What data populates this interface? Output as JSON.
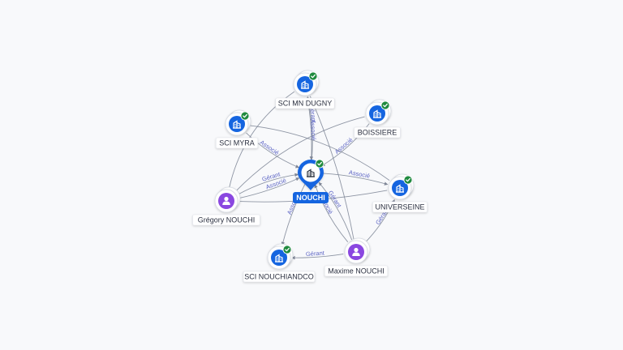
{
  "colors": {
    "company": "#1565e0",
    "company_center": "#2b3340",
    "person": "#8a47e0",
    "check": "#1f8a3e",
    "center_label_bg": "#1565e0",
    "edge": "#7b8494",
    "edge_label": "#5c64c4"
  },
  "diagram": {
    "nodes": [
      {
        "id": "nouchi",
        "label": "NOUCHI",
        "kind": "company",
        "center": true,
        "icon": "building-icon",
        "verified": true
      },
      {
        "id": "sci_mn_dugny",
        "label": "SCI MN DUGNY",
        "kind": "company",
        "icon": "building-icon",
        "verified": true
      },
      {
        "id": "boissiere",
        "label": "BOISSIERE",
        "kind": "company",
        "icon": "building-icon",
        "verified": true
      },
      {
        "id": "sci_myra",
        "label": "SCI MYRA",
        "kind": "company",
        "icon": "building-icon",
        "verified": true
      },
      {
        "id": "universeine",
        "label": "UNIVERSEINE",
        "kind": "company",
        "icon": "building-icon",
        "verified": true
      },
      {
        "id": "gregory",
        "label": "Grégory NOUCHI",
        "kind": "person",
        "icon": "person-icon"
      },
      {
        "id": "sci_nouchiandco",
        "label": "SCI NOUCHIANDCO",
        "kind": "company",
        "icon": "building-icon",
        "verified": true
      },
      {
        "id": "maxime",
        "label": "Maxime NOUCHI",
        "kind": "person",
        "icon": "person-icon"
      }
    ],
    "edges": [
      {
        "from": "sci_mn_dugny",
        "to": "nouchi",
        "label": "Associé"
      },
      {
        "from": "nouchi",
        "to": "sci_mn_dugny",
        "label": "Gérant"
      },
      {
        "from": "boissiere",
        "to": "nouchi",
        "label": "Associé"
      },
      {
        "from": "sci_myra",
        "to": "nouchi",
        "label": "Associé"
      },
      {
        "from": "nouchi",
        "to": "universeine",
        "label": "Associé"
      },
      {
        "from": "gregory",
        "to": "nouchi",
        "label": "Gérant"
      },
      {
        "from": "gregory",
        "to": "nouchi",
        "label": "Associé"
      },
      {
        "from": "nouchi",
        "to": "sci_nouchiandco",
        "label": "Associé"
      },
      {
        "from": "maxime",
        "to": "nouchi",
        "label": "Associé"
      },
      {
        "from": "maxime",
        "to": "nouchi",
        "label": "Gérant"
      },
      {
        "from": "maxime",
        "to": "universeine",
        "label": "Gérant"
      },
      {
        "from": "maxime",
        "to": "sci_nouchiandco",
        "label": "Gérant"
      },
      {
        "from": "gregory",
        "to": "boissiere",
        "label": ""
      },
      {
        "from": "gregory",
        "to": "universeine",
        "label": ""
      },
      {
        "from": "sci_myra",
        "to": "universeine",
        "label": ""
      },
      {
        "from": "sci_mn_dugny",
        "to": "maxime",
        "label": ""
      },
      {
        "from": "gregory",
        "to": "sci_mn_dugny",
        "label": ""
      }
    ]
  }
}
